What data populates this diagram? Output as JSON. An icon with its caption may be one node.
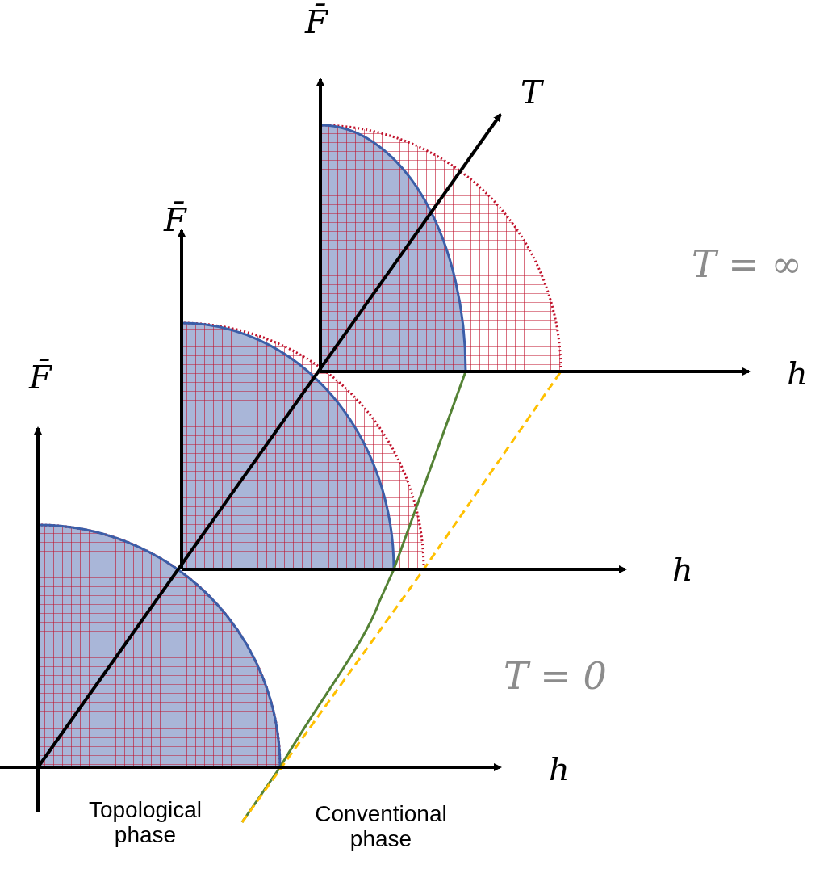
{
  "diagram": {
    "labels": [
      "F̄",
      "T",
      "F̄",
      "T = ∞",
      "h",
      "F̄",
      "h",
      "T = 0",
      "h",
      "Topological phase",
      "Conventional phase"
    ]
  }
}
